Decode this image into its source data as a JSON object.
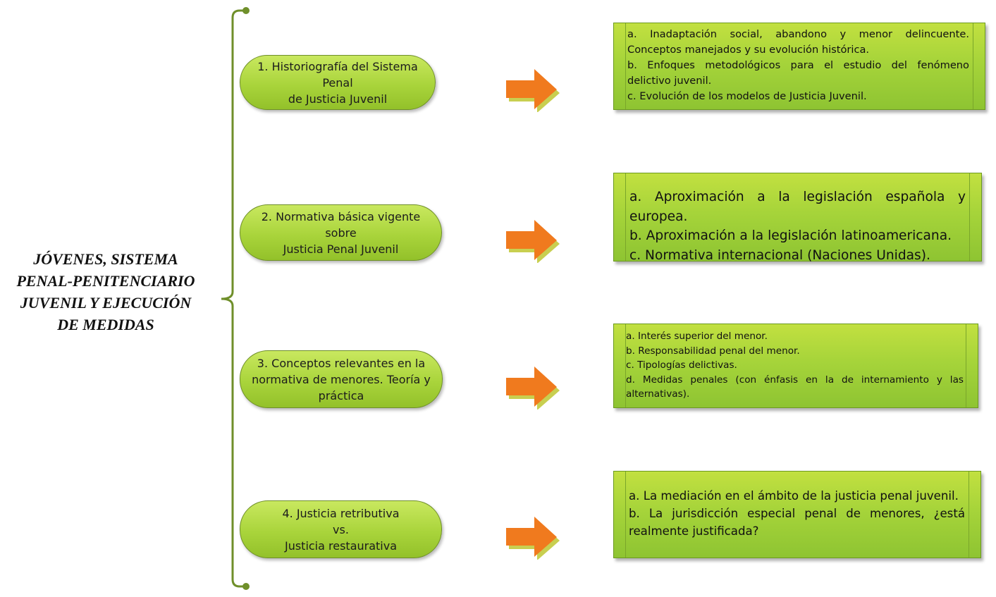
{
  "diagram": {
    "title": "JÓVENES, SISTEMA\nPENAL-PENITENCIARIO\nJUVENIL Y EJECUCIÓN\nDE MEDIDAS",
    "colors": {
      "topic_fill": "#a9d43b",
      "box_fill": "#a6d43a",
      "arrow_fill": "#f07a1e",
      "bracket": "#6f8f2a"
    },
    "topics": [
      {
        "label": "1. Historiografía del Sistema Penal\nde Justicia Juvenil"
      },
      {
        "label": "2. Normativa básica vigente sobre\nJusticia Penal Juvenil"
      },
      {
        "label": "3. Conceptos relevantes en la\nnormativa de menores. Teoría y\npráctica"
      },
      {
        "label": "4. Justicia retributiva\nvs.\nJusticia restaurativa"
      }
    ],
    "details": [
      {
        "lines": [
          "a. Inadaptación social, abandono y menor delincuente.",
          "Conceptos manejados y su evolución histórica.",
          "b. Enfoques metodológicos para el estudio del fenómeno",
          "delictivo juvenil.",
          "c. Evolución de los modelos de Justicia Juvenil."
        ]
      },
      {
        "lines": [
          "a. Aproximación a la legislación española y europea.",
          "b. Aproximación a la legislación latinoamericana.",
          "c. Normativa internacional (Naciones Unidas)."
        ]
      },
      {
        "lines": [
          "a. Interés superior del menor.",
          "b. Responsabilidad penal del menor.",
          "c. Tipologías delictivas.",
          "d. Medidas penales (con énfasis en la de internamiento y las",
          "alternativas)."
        ]
      },
      {
        "lines": [
          "a. La mediación en el ámbito de la justicia penal juvenil.",
          "b. La jurisdicción especial penal de menores, ¿está",
          "realmente justificada?"
        ]
      }
    ]
  }
}
